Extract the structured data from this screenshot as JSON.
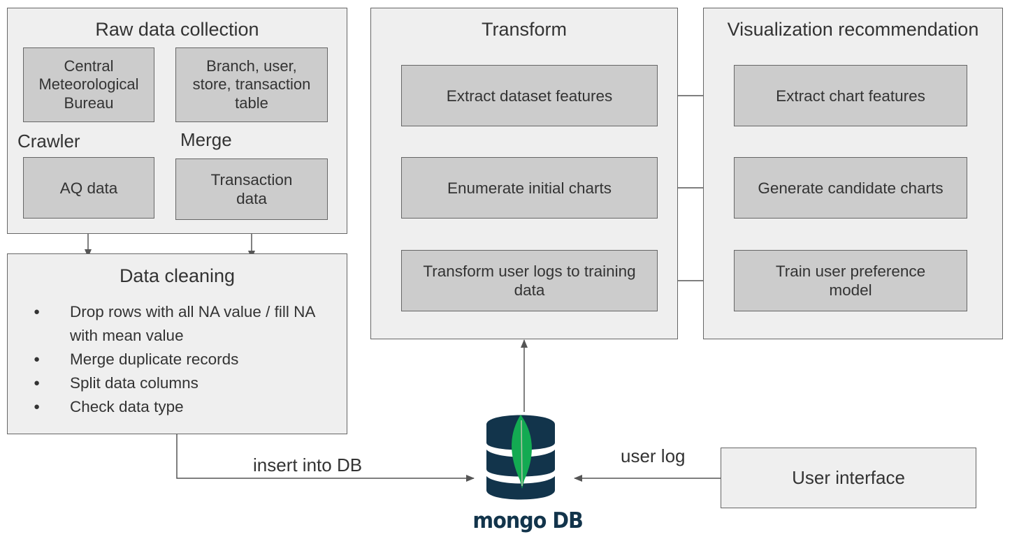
{
  "raw_data_collection": {
    "title": "Raw data collection",
    "central_bureau": "Central Meteorological Bureau",
    "branch_table": "Branch, user, store, transaction table",
    "crawler_label": "Crawler",
    "merge_label": "Merge",
    "aq_data": "AQ data",
    "transaction_data": "Transaction data"
  },
  "data_cleaning": {
    "title": "Data cleaning",
    "steps": [
      "Drop rows with all NA value / fill NA with mean value",
      "Merge duplicate records",
      "Split data columns",
      "Check data type"
    ]
  },
  "transform": {
    "title": "Transform",
    "steps": [
      "Extract dataset features",
      "Enumerate initial charts",
      "Transform user logs to training data"
    ]
  },
  "visualization_recommendation": {
    "title": "Visualization recommendation",
    "steps": [
      "Extract chart features",
      "Generate candidate charts",
      "Train user preference model"
    ]
  },
  "database": {
    "logo_text": "mongo DB",
    "icon": "mongodb-logo",
    "leaf_color": "#13aa52",
    "cylinder_color": "#12344b"
  },
  "edges": {
    "insert_label": "insert into DB",
    "user_log_label": "user log"
  },
  "user_interface": {
    "label": "User interface"
  }
}
